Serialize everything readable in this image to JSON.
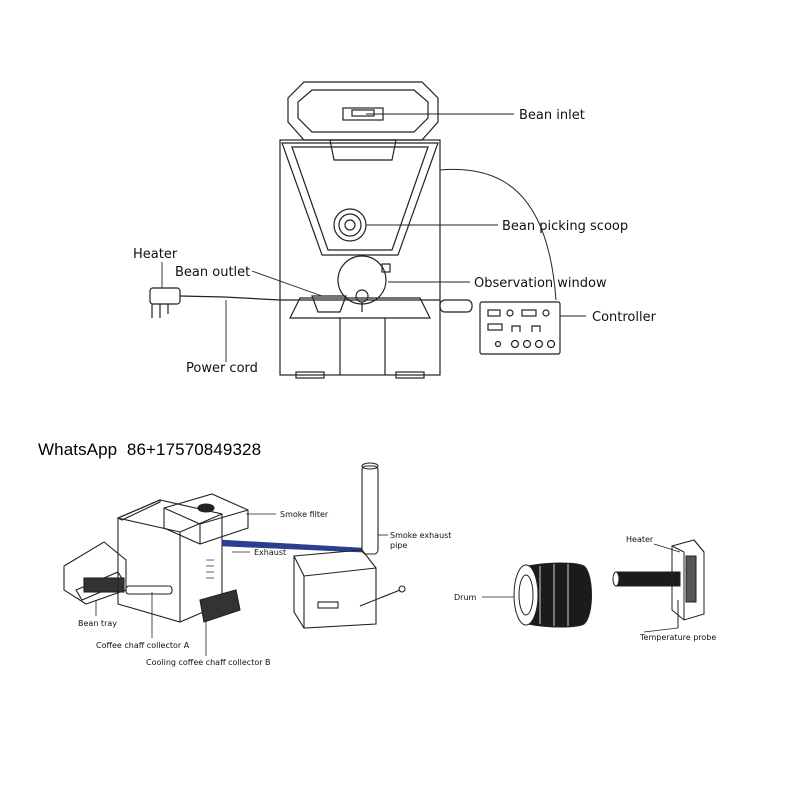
{
  "top_diagram": {
    "labels": {
      "bean_inlet": "Bean inlet",
      "bean_picking_scoop": "Bean picking scoop",
      "heater": "Heater",
      "bean_outlet": "Bean outlet",
      "observation_window": "Observation window",
      "controller": "Controller",
      "power_cord": "Power cord"
    }
  },
  "contact": {
    "label": "WhatsApp",
    "number": "86+17570849328"
  },
  "bottom_left_diagram": {
    "labels": {
      "smoke_filter": "Smoke filter",
      "smoke_exhaust_pipe_line1": "Smoke exhaust",
      "smoke_exhaust_pipe_line2": "pipe",
      "exhaust": "Exhaust",
      "bean_tray": "Bean tray",
      "chaff_collector_a": "Coffee chaff collector A",
      "chaff_collector_b": "Cooling coffee chaff collector B"
    }
  },
  "bottom_right_diagram": {
    "labels": {
      "drum": "Drum",
      "heater": "Heater",
      "temperature_probe": "Temperature probe"
    }
  }
}
